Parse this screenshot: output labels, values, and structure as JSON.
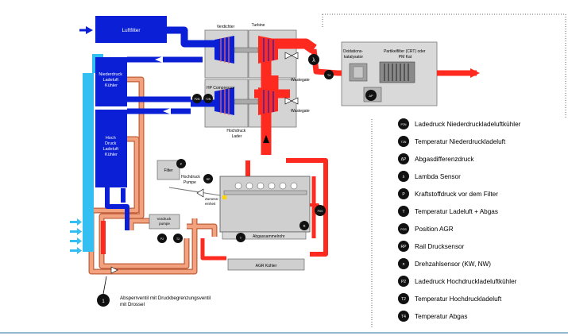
{
  "components": {
    "luftfilter": "Luftfilter",
    "verdichter": "Verdichter",
    "turbine": "Turbine",
    "wastegate_top": "Wastegate",
    "wastegate_bottom": "Wastegate",
    "hp_compressor": "HP Compressor",
    "hochdruck_lader": "Hochdruck\nLader",
    "niederdruck_kuehler": "Niederdruck\nLadeluft\nKühler",
    "hochdruck_kuehler": "Hoch\nDruck\nLadeluft\nKühler",
    "oxidations_katalysator": "Oxidations-\nkatalysator",
    "partikelfilter": "Partikelfilter (CRT) oder\nPM Kat",
    "filter": "Filter",
    "hochdruck_pumpe": "Hochdruck\nPumpe",
    "zumess_einheit": "Zumess-\neinheit",
    "vorpumpe": "Vordruck\npumpe",
    "abgassammelrohr": "Abgassammelrohr",
    "agr_kuehler": "AGR Kühler",
    "absperrventil": "Absperrventil mit Druckbegrenzungsventil\nmit Drossel"
  },
  "sensor_badges": {
    "ladedruck_nd": "P2N",
    "temp_nd": "T2N",
    "abgasdifferenzdruck": "ΔP",
    "lambda": "λ",
    "kraftstoffdruck": "P",
    "temp_ladeluft_abgas": "T",
    "position_agr": "POS",
    "rail_druck": "RP",
    "drehzahl": "n",
    "ladedruck_hd": "P2",
    "temp_hd": "T2",
    "temp_abgas": "T4",
    "absperrventil": "1"
  },
  "legend": [
    {
      "badge": "P2N",
      "label": "Ladedruck Niederdruckladeluftkühler"
    },
    {
      "badge": "T2N",
      "label": "Temperatur Niederdruckladeluft"
    },
    {
      "badge": "ΔP",
      "label": "Abgasdifferenzdruck"
    },
    {
      "badge": "λ",
      "label": "Lambda Sensor"
    },
    {
      "badge": "P",
      "label": "Kraftstoffdruck vor dem Filter"
    },
    {
      "badge": "T",
      "label": "Temperatur Ladeluft + Abgas"
    },
    {
      "badge": "POS",
      "label": "Position AGR"
    },
    {
      "badge": "RP",
      "label": "Rail Drucksensor"
    },
    {
      "badge": "n",
      "label": "Drehzahlsensor (KW, NW)"
    },
    {
      "badge": "P2",
      "label": "Ladedruck Hochdruckladeluftkühler"
    },
    {
      "badge": "T2",
      "label": "Temperatur Hochdruckladeluft"
    },
    {
      "badge": "T4",
      "label": "Temperatur Abgas"
    }
  ],
  "colors": {
    "intake": "#0a1fd6",
    "exhaust": "#ff2a1f",
    "coolant": "#f2a27e",
    "coolant_stroke": "#c0603c",
    "box_grey": "#cfcfcf",
    "cyan": "#33bff2"
  }
}
